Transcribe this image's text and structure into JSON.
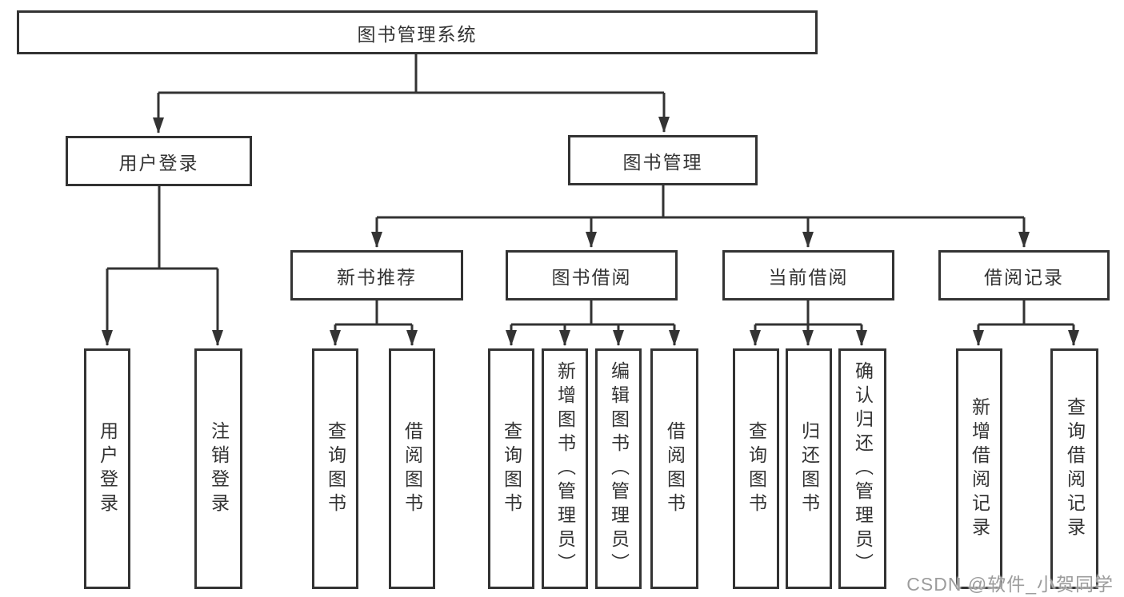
{
  "tree": {
    "label": "图书管理系统",
    "children": [
      {
        "label": "用户登录",
        "children": [
          {
            "label": "用户登录"
          },
          {
            "label": "注销登录"
          }
        ]
      },
      {
        "label": "图书管理",
        "children": [
          {
            "label": "新书推荐",
            "children": [
              {
                "label": "查询图书"
              },
              {
                "label": "借阅图书"
              }
            ]
          },
          {
            "label": "图书借阅",
            "children": [
              {
                "label": "查询图书"
              },
              {
                "label": "新增图书（管理员）"
              },
              {
                "label": "编辑图书（管理员）"
              },
              {
                "label": "借阅图书"
              }
            ]
          },
          {
            "label": "当前借阅",
            "children": [
              {
                "label": "查询图书"
              },
              {
                "label": "归还图书"
              },
              {
                "label": "确认归还（管理员）"
              }
            ]
          },
          {
            "label": "借阅记录",
            "children": [
              {
                "label": "新增借阅记录"
              },
              {
                "label": "查询借阅记录"
              }
            ]
          }
        ]
      }
    ]
  },
  "watermark": "CSDN @软件_小贺同学",
  "colors": {
    "line": "#333333",
    "text": "#333333",
    "watermark": "#9c9c9c",
    "background": "#ffffff"
  }
}
